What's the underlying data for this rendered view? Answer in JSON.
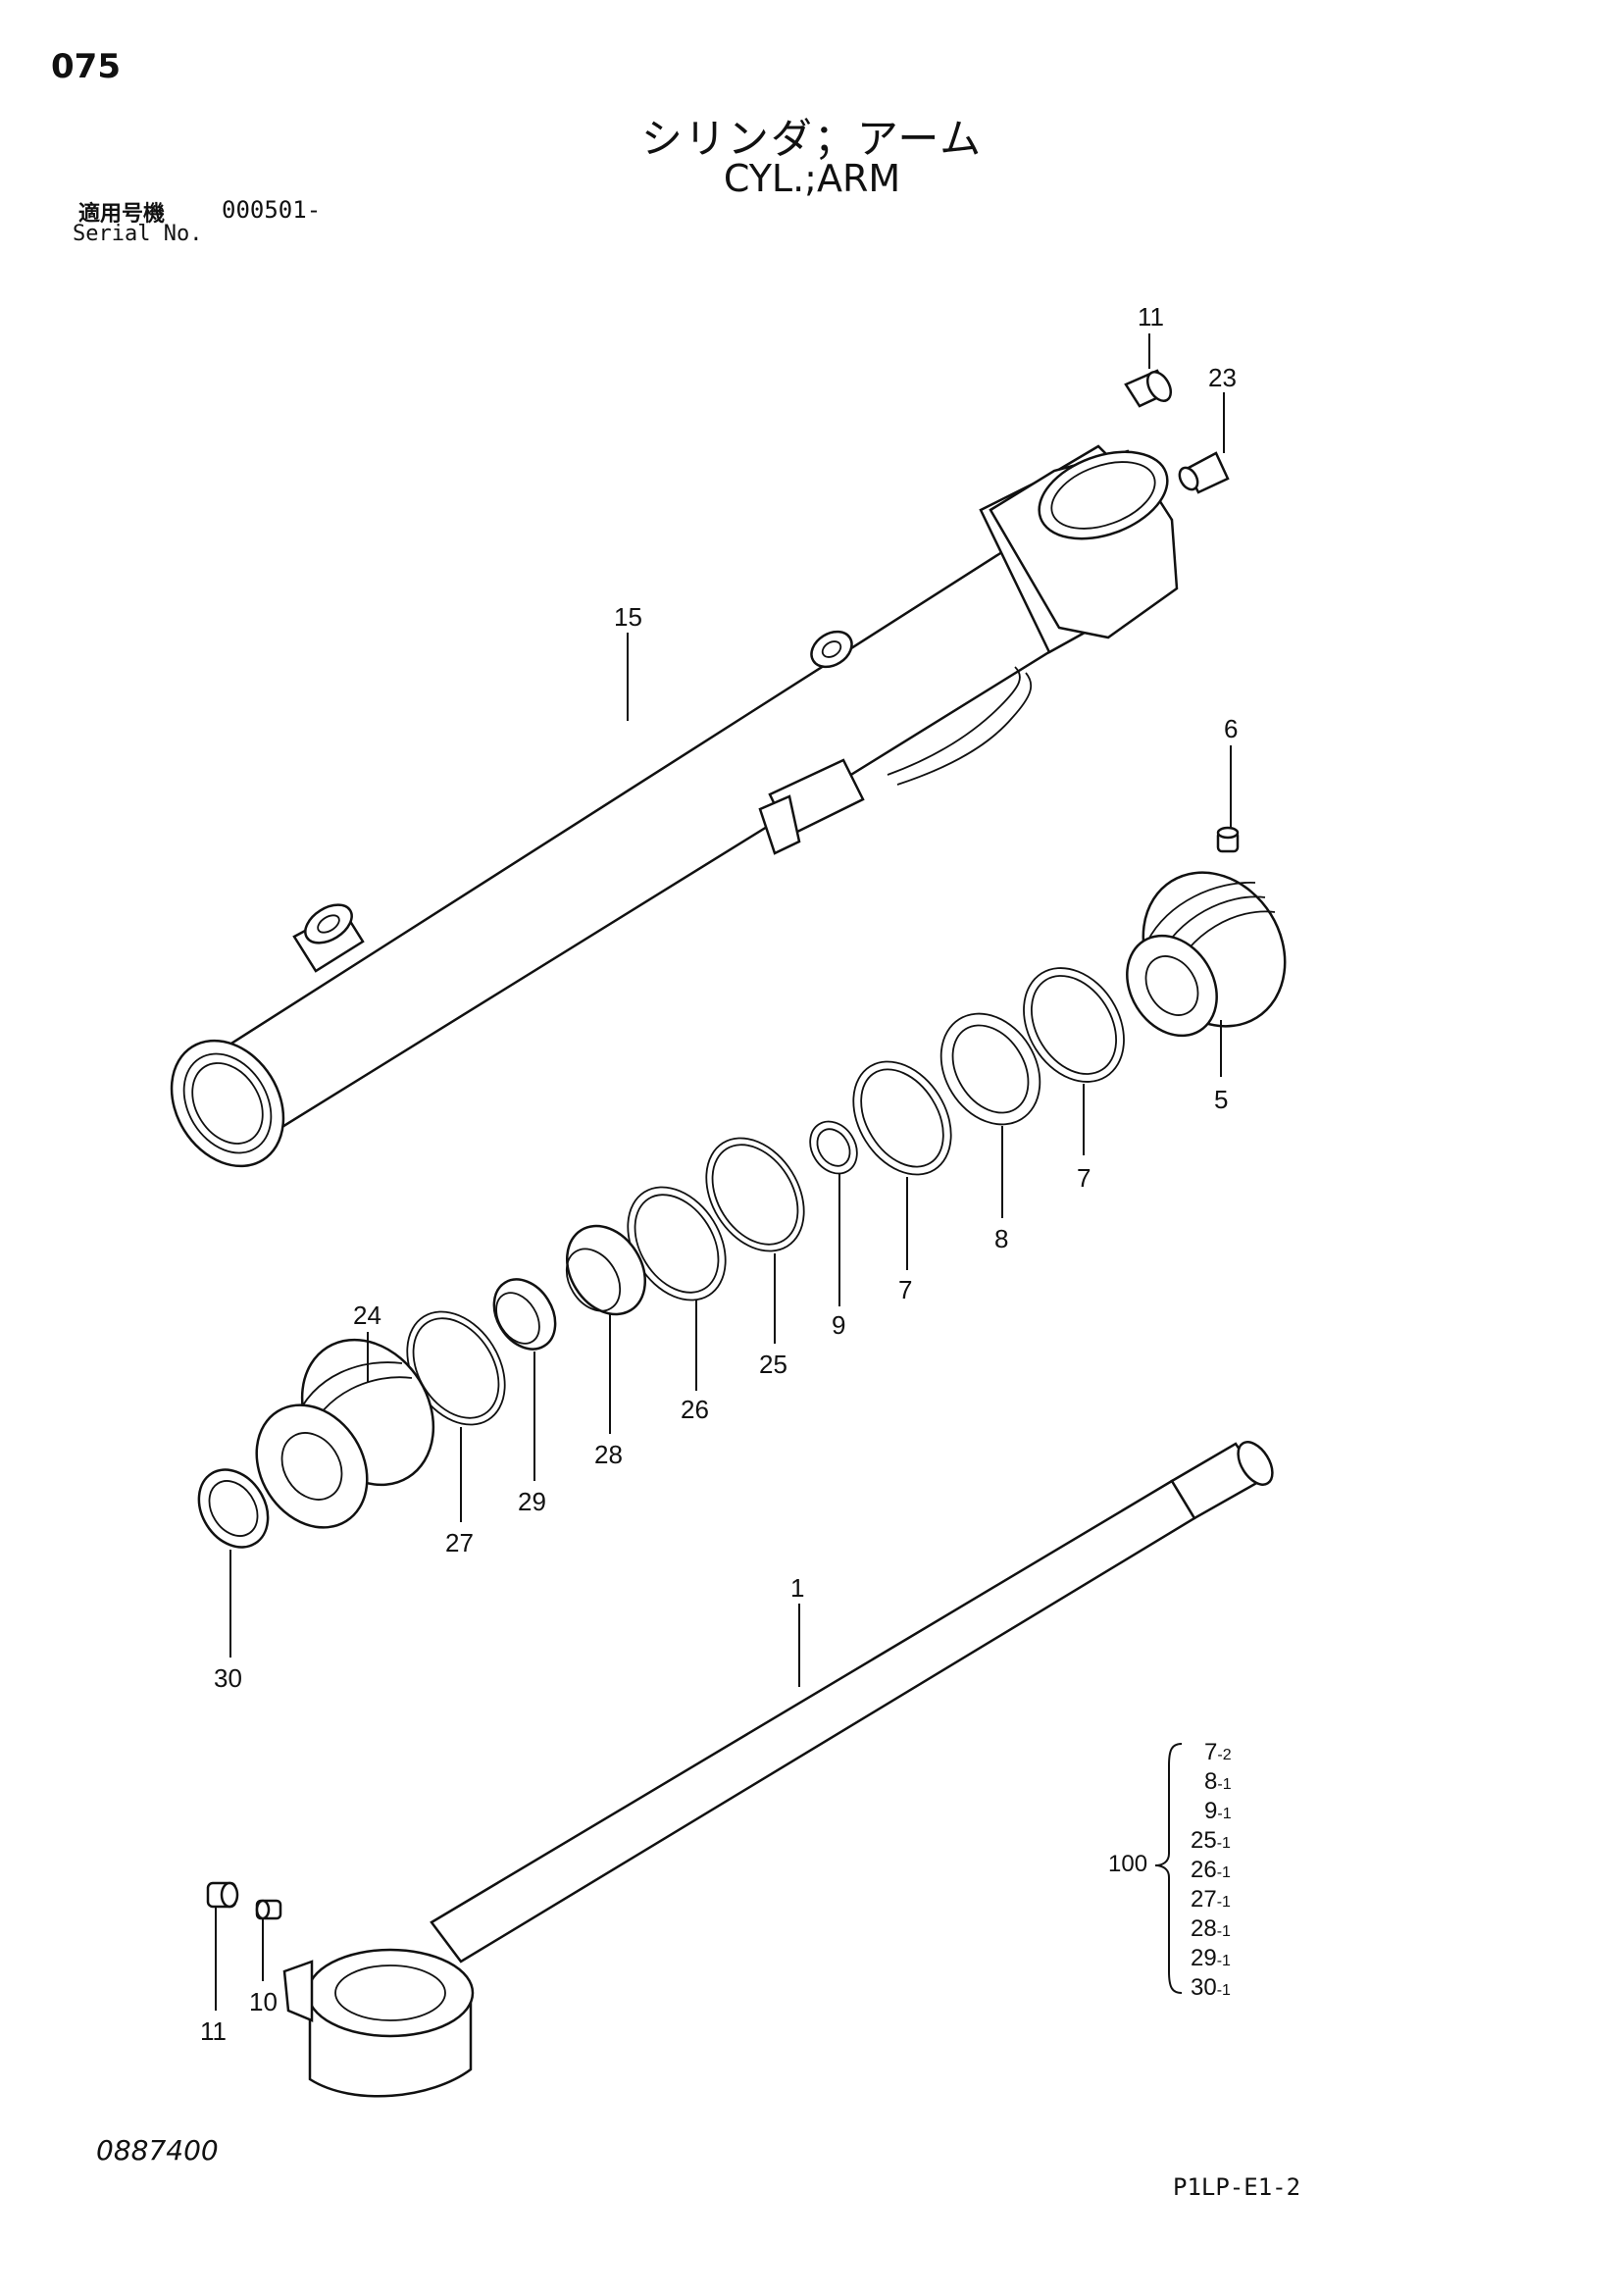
{
  "header": {
    "page_number": "075",
    "title_jp": "シリンダ；アーム",
    "title_en": "CYL.;ARM",
    "serial_label_jp": "適用号機",
    "serial_range": "000501-",
    "serial_label_en": "Serial No."
  },
  "footer": {
    "drawing_number": "0887400",
    "page_code": "P1LP-E1-2"
  },
  "callouts": [
    {
      "id": "11",
      "label": "11"
    },
    {
      "id": "23",
      "label": "23"
    },
    {
      "id": "15",
      "label": "15"
    },
    {
      "id": "6",
      "label": "6"
    },
    {
      "id": "5",
      "label": "5"
    },
    {
      "id": "7a",
      "label": "7"
    },
    {
      "id": "8",
      "label": "8"
    },
    {
      "id": "7b",
      "label": "7"
    },
    {
      "id": "9",
      "label": "9"
    },
    {
      "id": "25",
      "label": "25"
    },
    {
      "id": "26",
      "label": "26"
    },
    {
      "id": "28",
      "label": "28"
    },
    {
      "id": "29",
      "label": "29"
    },
    {
      "id": "24",
      "label": "24"
    },
    {
      "id": "27",
      "label": "27"
    },
    {
      "id": "30",
      "label": "30"
    },
    {
      "id": "1",
      "label": "1"
    },
    {
      "id": "11b",
      "label": "11"
    },
    {
      "id": "10",
      "label": "10"
    }
  ],
  "seal_kit": {
    "label": "100",
    "items": [
      {
        "part": "7",
        "qty": "-2"
      },
      {
        "part": "8",
        "qty": "-1"
      },
      {
        "part": "9",
        "qty": "-1"
      },
      {
        "part": "25",
        "qty": "-1"
      },
      {
        "part": "26",
        "qty": "-1"
      },
      {
        "part": "27",
        "qty": "-1"
      },
      {
        "part": "28",
        "qty": "-1"
      },
      {
        "part": "29",
        "qty": "-1"
      },
      {
        "part": "30",
        "qty": "-1"
      }
    ]
  }
}
